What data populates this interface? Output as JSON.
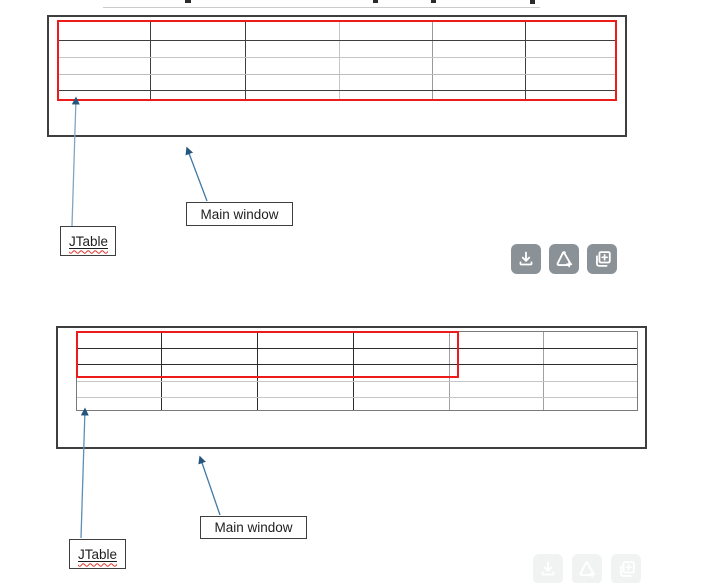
{
  "diagram": {
    "figures": [
      {
        "name": "jtable-in-main-window-full-highlight",
        "window_label": "Main window",
        "table_label": "JTable",
        "table": {
          "rows": 5,
          "columns": 6
        },
        "highlight": "entire table outlined in red"
      },
      {
        "name": "jtable-in-main-window-partial-highlight",
        "window_label": "Main window",
        "table_label": "JTable",
        "table": {
          "rows": 5,
          "columns": 6
        },
        "highlight": "top-left 3-row by 4-column region outlined in red"
      }
    ]
  },
  "action_bar": {
    "icons": [
      {
        "name": "download-icon"
      },
      {
        "name": "add-design-icon"
      },
      {
        "name": "add-collection-icon"
      }
    ]
  },
  "ghost_action_bar": {
    "icons": [
      {
        "name": "download-icon"
      },
      {
        "name": "add-design-icon"
      },
      {
        "name": "add-collection-icon"
      }
    ]
  },
  "colors": {
    "highlight_red": "#ee1b1b",
    "arrow_blue": "#417aa6",
    "icon_gray": "#8b9297",
    "window_border": "#3e3e3e"
  }
}
